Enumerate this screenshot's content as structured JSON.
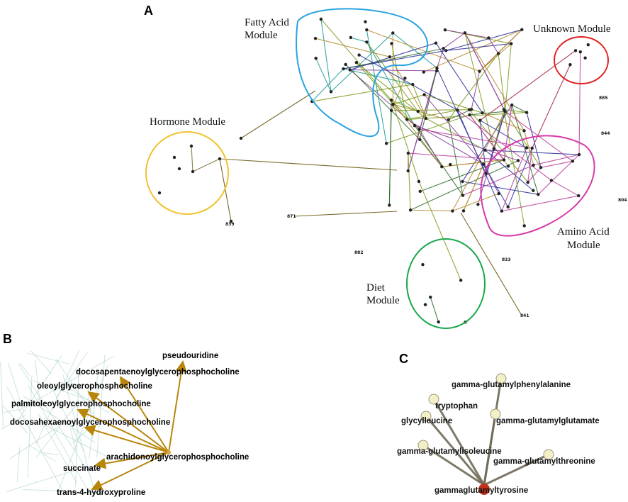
{
  "panels": {
    "a": {
      "letter": "A"
    },
    "b": {
      "letter": "B"
    },
    "c": {
      "letter": "C"
    }
  },
  "modules": {
    "fatty_acid": {
      "line1": "Fatty Acid",
      "line2": "Module",
      "color": "#29a3e0"
    },
    "unknown": {
      "line1": "Unknown Module",
      "color": "#e02020"
    },
    "hormone": {
      "line1": "Hormone Module",
      "color": "#f2c12e"
    },
    "amino_acid": {
      "line1": "Amino Acid",
      "line2": "Module",
      "color": "#d63aa8"
    },
    "diet": {
      "line1": "Diet",
      "line2": "Module",
      "color": "#1aa84a"
    }
  },
  "network_a": {
    "stray_labels": [
      "885",
      "844",
      "882",
      "833",
      "841",
      "871",
      "839",
      "804"
    ]
  },
  "panel_b": {
    "hub": "arachidonoylglycerophosphocholine",
    "targets": [
      "pseudouridine",
      "docosapentaenoylglycerophosphocholine",
      "oleoylglycerophosphocholine",
      "palmitoleoylglycerophosphocholine",
      "docosahexaenoylglycerophosphocholine",
      "succinate",
      "trans-4-hydroxyproline"
    ],
    "edge_color": "#b8860b"
  },
  "panel_c": {
    "hub": "gammaglutamyltyrosine",
    "sources": [
      "gamma-glutamylphenylalanine",
      "tryptophan",
      "glycylleucine",
      "gamma-glutamylglutamate",
      "gamma-glutamylisoleucine",
      "gamma-glutamylthreonine"
    ],
    "hub_color": "#c0301a",
    "node_color": "#f3f0c8",
    "edge_color": "#6f6a55"
  }
}
